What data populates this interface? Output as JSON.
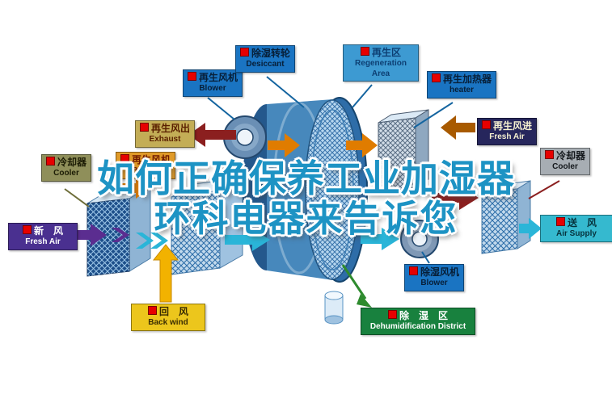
{
  "overlay": {
    "line1": "如何正确保养工业加湿器",
    "line2": "环科电器来告诉您"
  },
  "labels": {
    "regen_blower": {
      "zh": "再生风机",
      "en": "Blower"
    },
    "desiccant": {
      "zh": "除湿转轮",
      "en": "Desiccant"
    },
    "regeneration_area": {
      "zh": "再生区",
      "en": "Regeneration Area"
    },
    "regen_heater": {
      "zh": "再生加热器",
      "en": "heater"
    },
    "exhaust_out": {
      "zh": "再生风出",
      "en": "Exhaust"
    },
    "regen_fresh_air": {
      "zh": "再生风进",
      "en": "Fresh Air"
    },
    "cooler_left": {
      "zh": "冷却器",
      "en": "Cooler"
    },
    "regen_fan2": {
      "zh": "再生风机",
      "en": "Blower"
    },
    "cooler_right": {
      "zh": "冷却器",
      "en": "Cooler"
    },
    "fresh_air": {
      "zh": "新　风",
      "en": "Fresh Air"
    },
    "air_supply": {
      "zh": "送　风",
      "en": "Air Supply"
    },
    "back_wind": {
      "zh": "回　风",
      "en": "Back wind"
    },
    "dehumid_blower": {
      "zh": "除湿风机",
      "en": "Blower"
    },
    "dehumid_district": {
      "zh": "除　湿　区",
      "en": "Dehumidification District"
    }
  },
  "colors": {
    "headline": "#1d93c4",
    "bullet_square": "#e60000",
    "wheel_blue": "#2e6da8",
    "supply_cyan": "#2ab5d8",
    "regen_orange": "#e07c00",
    "exhaust_dark_red": "#8b1f1f",
    "fresh_purple": "#5b2d90",
    "return_yellow": "#f2b200",
    "dehumid_green": "#2e8b2e"
  }
}
